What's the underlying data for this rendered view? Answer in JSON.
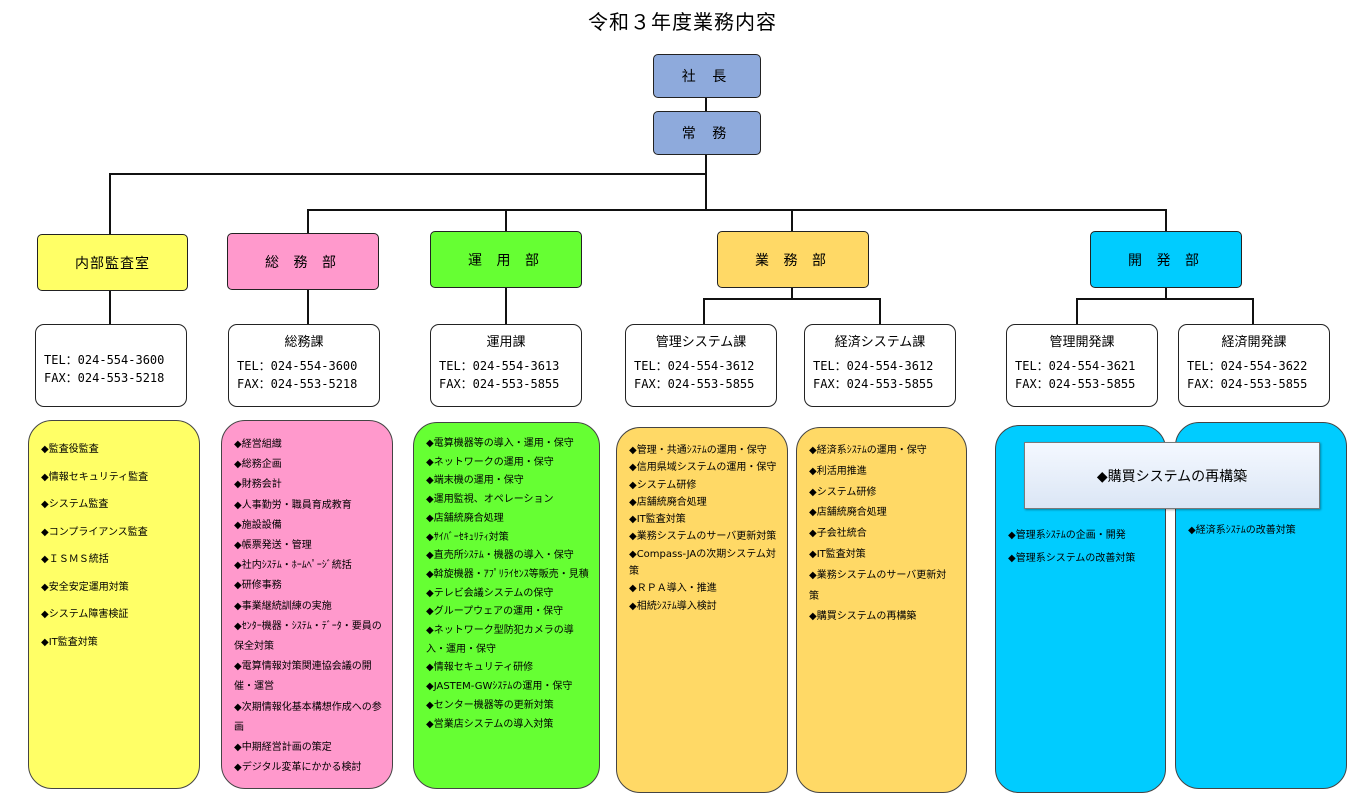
{
  "title": "令和３年度業務内容",
  "exec": {
    "president": "社 長",
    "managing": "常 務"
  },
  "colors": {
    "exec": "#8eaadc",
    "audit": "#ffff66",
    "general": "#ff99cc",
    "operations": "#66ff33",
    "business": "#ffd966",
    "development": "#00ccff"
  },
  "departments": {
    "audit": "内部監査室",
    "general": "総 務 部",
    "operations": "運 用 部",
    "business": "業 務 部",
    "development": "開 発 部"
  },
  "sections": {
    "audit": {
      "name": "",
      "tel": "TEL：024-554-3600",
      "fax": "FAX：024-553-5218"
    },
    "general": {
      "name": "総務課",
      "tel": "TEL：024-554-3600",
      "fax": "FAX：024-553-5218"
    },
    "operations": {
      "name": "運用課",
      "tel": "TEL：024-554-3613",
      "fax": "FAX：024-553-5855"
    },
    "mgmt_system": {
      "name": "管理システム課",
      "tel": "TEL：024-554-3612",
      "fax": "FAX：024-553-5855"
    },
    "econ_system": {
      "name": "経済システム課",
      "tel": "TEL：024-554-3612",
      "fax": "FAX：024-553-5855"
    },
    "mgmt_dev": {
      "name": "管理開発課",
      "tel": "TEL：024-554-3621",
      "fax": "FAX：024-553-5855"
    },
    "econ_dev": {
      "name": "経済開発課",
      "tel": "TEL：024-554-3622",
      "fax": "FAX：024-553-5855"
    }
  },
  "duties": {
    "audit": [
      "監査役監査",
      "情報セキュリティ監査",
      "システム監査",
      "コンプライアンス監査",
      "ＩＳＭＳ統括",
      "安全安定運用対策",
      "システム障害検証",
      "IT監査対策"
    ],
    "general": [
      "経営組織",
      "総務企画",
      "財務会計",
      "人事勤労・職員育成教育",
      "施設設備",
      "帳票発送・管理",
      "社内ｼｽﾃﾑ・ﾎｰﾑﾍﾟｰｼﾞ統括",
      "研修事務",
      "事業継続訓練の実施",
      "ｾﾝﾀｰ機器・ｼｽﾃﾑ・ﾃﾞｰﾀ・要員の保全対策",
      "電算情報対策関連協会議の開催・運営",
      "次期情報化基本構想作成への参画",
      "中期経営計画の策定",
      "デジタル変革にかかる検討"
    ],
    "operations": [
      "電算機器等の導入・運用・保守",
      "ネットワークの運用・保守",
      "端末機の運用・保守",
      "運用監視、オペレーション",
      "店舗統廃合処理",
      "ｻｲﾊﾞｰｾｷｭﾘﾃｨ対策",
      "直売所ｼｽﾃﾑ・機器の導入・保守",
      "斡旋機器・ｱﾌﾟﾘﾗｲｾﾝｽ等販売・見積",
      "テレビ会議システムの保守",
      "グループウェアの運用・保守",
      "ネットワーク型防犯カメラの導入・運用・保守",
      "情報セキュリティ研修",
      "JASTEM-GWｼｽﾃﾑの運用・保守",
      "センター機器等の更新対策",
      "営業店システムの導入対策"
    ],
    "mgmt_system": [
      "管理・共通ｼｽﾃﾑの運用・保守",
      "信用県域システムの運用・保守",
      "システム研修",
      "店舗統廃合処理",
      "IT監査対策",
      "業務システムのサーバ更新対策",
      "Compass-JAの次期システム対策",
      "ＲＰＡ導入・推進",
      "相続ｼｽﾃﾑ導入検討"
    ],
    "econ_system": [
      "経済系ｼｽﾃﾑの運用・保守",
      "利活用推進",
      "システム研修",
      "店舗統廃合処理",
      "子会社統合",
      "IT監査対策",
      "業務システムのサーバ更新対策",
      "購買システムの再構築"
    ],
    "mgmt_dev": [
      "管理系ｼｽﾃﾑの企画・開発",
      "管理系システムの改善対策"
    ],
    "econ_dev": [
      "経済系ｼｽﾃﾑの改善対策"
    ]
  },
  "dev_feature": "◆購買システムの再構築"
}
